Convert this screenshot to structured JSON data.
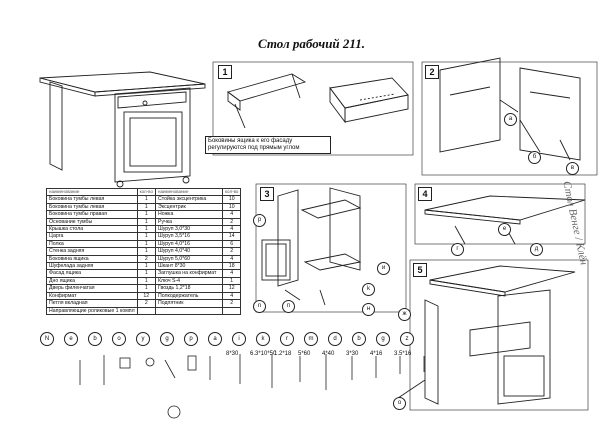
{
  "title": "Стол рабочий 211.",
  "steps": [
    {
      "label": "1"
    },
    {
      "label": "2"
    },
    {
      "label": "3"
    },
    {
      "label": "4"
    },
    {
      "label": "5"
    }
  ],
  "note": "Боковины ящика к его фасаду регулируются под прямым углом",
  "parts_table": {
    "header": [
      "наименование",
      "кол-во",
      "наименование",
      "кол-во"
    ],
    "rows": [
      [
        "Боковина тумбы левая",
        "1",
        "Стойка эксцентрика",
        "10"
      ],
      [
        "Боковина тумбы левая",
        "1",
        "Эксцентрик",
        "10"
      ],
      [
        "Боковина тумбы правая",
        "1",
        "Ножка",
        "4"
      ],
      [
        "Основание тумбы",
        "1",
        "Ручка",
        "2"
      ],
      [
        "Крышка стола",
        "1",
        "Шуруп 3,0*30",
        "4"
      ],
      [
        "Царга",
        "1",
        "Шуруп 3,5*16",
        "14"
      ],
      [
        "Полка",
        "1",
        "Шуруп 4,0*16",
        "6"
      ],
      [
        "Стенка задняя",
        "1",
        "Шуруп 4,0*40",
        "2"
      ],
      [
        "Боковина ящика",
        "2",
        "Шуруп 5,0*60",
        "4"
      ],
      [
        "Шуфелада задняя",
        "1",
        "Шкант 8*30",
        "18"
      ],
      [
        "Фасад ящика",
        "1",
        "Заглушка на конфирмат",
        "4"
      ],
      [
        "Дно ящика",
        "1",
        "Ключ S-4",
        "1"
      ],
      [
        "Дверь филенчатая",
        "1",
        "Гвоздь 1,2*18",
        "12"
      ],
      [
        "Конфирмат",
        "12",
        "Полкодержатель",
        "4"
      ],
      [
        "Петля вкладная",
        "2",
        "Подпятник",
        "2"
      ],
      [
        "Направляющие роликовые 1 компл",
        "",
        "",
        ""
      ]
    ]
  },
  "hardware": [
    {
      "letter": "N",
      "size": ""
    },
    {
      "letter": "e",
      "size": ""
    },
    {
      "letter": "b",
      "size": ""
    },
    {
      "letter": "o",
      "size": ""
    },
    {
      "letter": "y",
      "size": ""
    },
    {
      "letter": "g",
      "size": ""
    },
    {
      "letter": "p",
      "size": ""
    },
    {
      "letter": "a",
      "size": ""
    },
    {
      "letter": "i",
      "size": "8*30"
    },
    {
      "letter": "k",
      "size": "6.3*10*50"
    },
    {
      "letter": "r",
      "size": "1.2*18"
    },
    {
      "letter": "m",
      "size": "5*60"
    },
    {
      "letter": "d",
      "size": "4*40"
    },
    {
      "letter": "b",
      "size": "3*30"
    },
    {
      "letter": "g",
      "size": "4*16"
    },
    {
      "letter": "z",
      "size": "3.5*16"
    }
  ],
  "callouts": {
    "c1": "а",
    "c2": "б",
    "c3": "в",
    "c4": "г",
    "c5": "д",
    "c6": "е",
    "c7": "р",
    "c8": "и",
    "c9": "n",
    "c10": "k",
    "c11": "п",
    "c12": "н",
    "c13": "ж",
    "c14": "о"
  },
  "side_text": "Стол Венге / Клён"
}
